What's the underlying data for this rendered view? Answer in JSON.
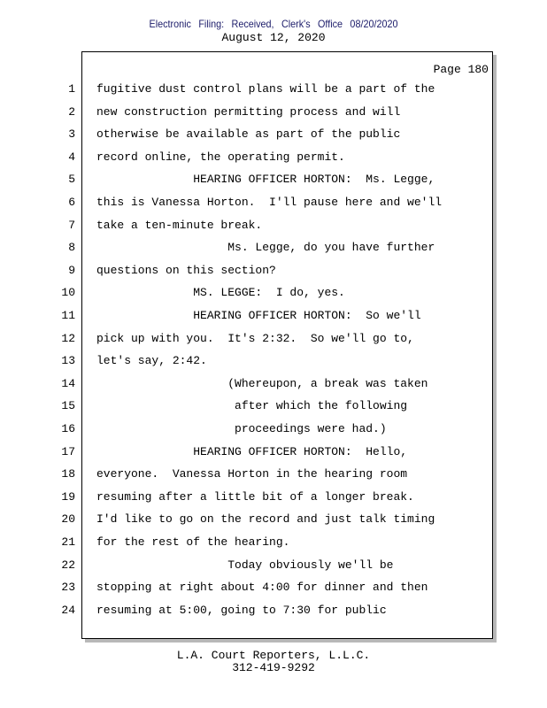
{
  "header": {
    "filing": "Electronic   Filing:  Received,   Clerk's  Office  08/20/2020",
    "date": "August 12, 2020"
  },
  "page_label": "Page 180",
  "lines": [
    {
      "n": "1",
      "t": "fugitive dust control plans will be a part of the"
    },
    {
      "n": "2",
      "t": "new construction permitting process and will"
    },
    {
      "n": "3",
      "t": "otherwise be available as part of the public"
    },
    {
      "n": "4",
      "t": "record online, the operating permit."
    },
    {
      "n": "5",
      "t": "              HEARING OFFICER HORTON:  Ms. Legge,"
    },
    {
      "n": "6",
      "t": "this is Vanessa Horton.  I'll pause here and we'll"
    },
    {
      "n": "7",
      "t": "take a ten-minute break."
    },
    {
      "n": "8",
      "t": "                   Ms. Legge, do you have further"
    },
    {
      "n": "9",
      "t": "questions on this section?"
    },
    {
      "n": "10",
      "t": "              MS. LEGGE:  I do, yes."
    },
    {
      "n": "11",
      "t": "              HEARING OFFICER HORTON:  So we'll"
    },
    {
      "n": "12",
      "t": "pick up with you.  It's 2:32.  So we'll go to,"
    },
    {
      "n": "13",
      "t": "let's say, 2:42."
    },
    {
      "n": "14",
      "t": "                   (Whereupon, a break was taken"
    },
    {
      "n": "15",
      "t": "                    after which the following"
    },
    {
      "n": "16",
      "t": "                    proceedings were had.)"
    },
    {
      "n": "17",
      "t": "              HEARING OFFICER HORTON:  Hello,"
    },
    {
      "n": "18",
      "t": "everyone.  Vanessa Horton in the hearing room"
    },
    {
      "n": "19",
      "t": "resuming after a little bit of a longer break."
    },
    {
      "n": "20",
      "t": "I'd like to go on the record and just talk timing"
    },
    {
      "n": "21",
      "t": "for the rest of the hearing."
    },
    {
      "n": "22",
      "t": "                   Today obviously we'll be"
    },
    {
      "n": "23",
      "t": "stopping at right about 4:00 for dinner and then"
    },
    {
      "n": "24",
      "t": "resuming at 5:00, going to 7:30 for public"
    }
  ],
  "footer": {
    "company": "L.A. Court Reporters, L.L.C.",
    "phone": "312-419-9292"
  }
}
